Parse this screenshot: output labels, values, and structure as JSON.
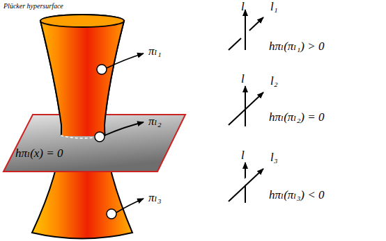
{
  "diagram": {
    "labels": [
      "Plücker hypersurface",
      "hπₗ(x) = 0",
      "πₗ₁",
      "πₗ₂",
      "πₗ₃",
      "l",
      "l₁",
      "hπₗ(πₗ₁) > 0",
      "l",
      "l₂",
      "hπₗ(πₗ₂) = 0",
      "l",
      "l₃",
      "hπₗ(πₗ₃) < 0"
    ]
  }
}
